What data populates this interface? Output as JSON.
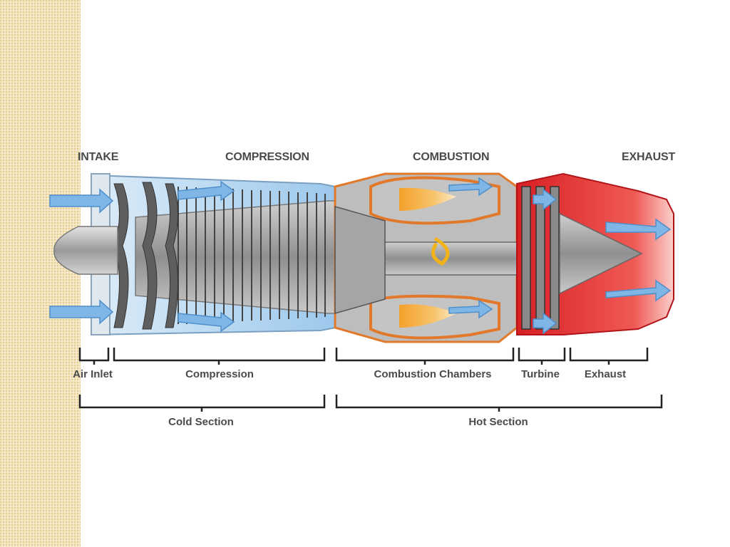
{
  "stages": {
    "intake": "INTAKE",
    "compression": "COMPRESSION",
    "combustion": "COMBUSTION",
    "exhaust": "EXHAUST"
  },
  "parts": {
    "air_inlet": "Air Inlet",
    "compression": "Compression",
    "combustion_chambers": "Combustion Chambers",
    "turbine": "Turbine",
    "exhaust": "Exhaust"
  },
  "sections": {
    "cold": "Cold Section",
    "hot": "Hot Section"
  },
  "colors": {
    "side_band": "#f3e4bd",
    "cold_air": "#7fb6e6",
    "combustion": "#f08a2c",
    "hot_exhaust": "#e8262a",
    "metal": "#a9a9a9",
    "label_text": "#4a4a4a"
  }
}
